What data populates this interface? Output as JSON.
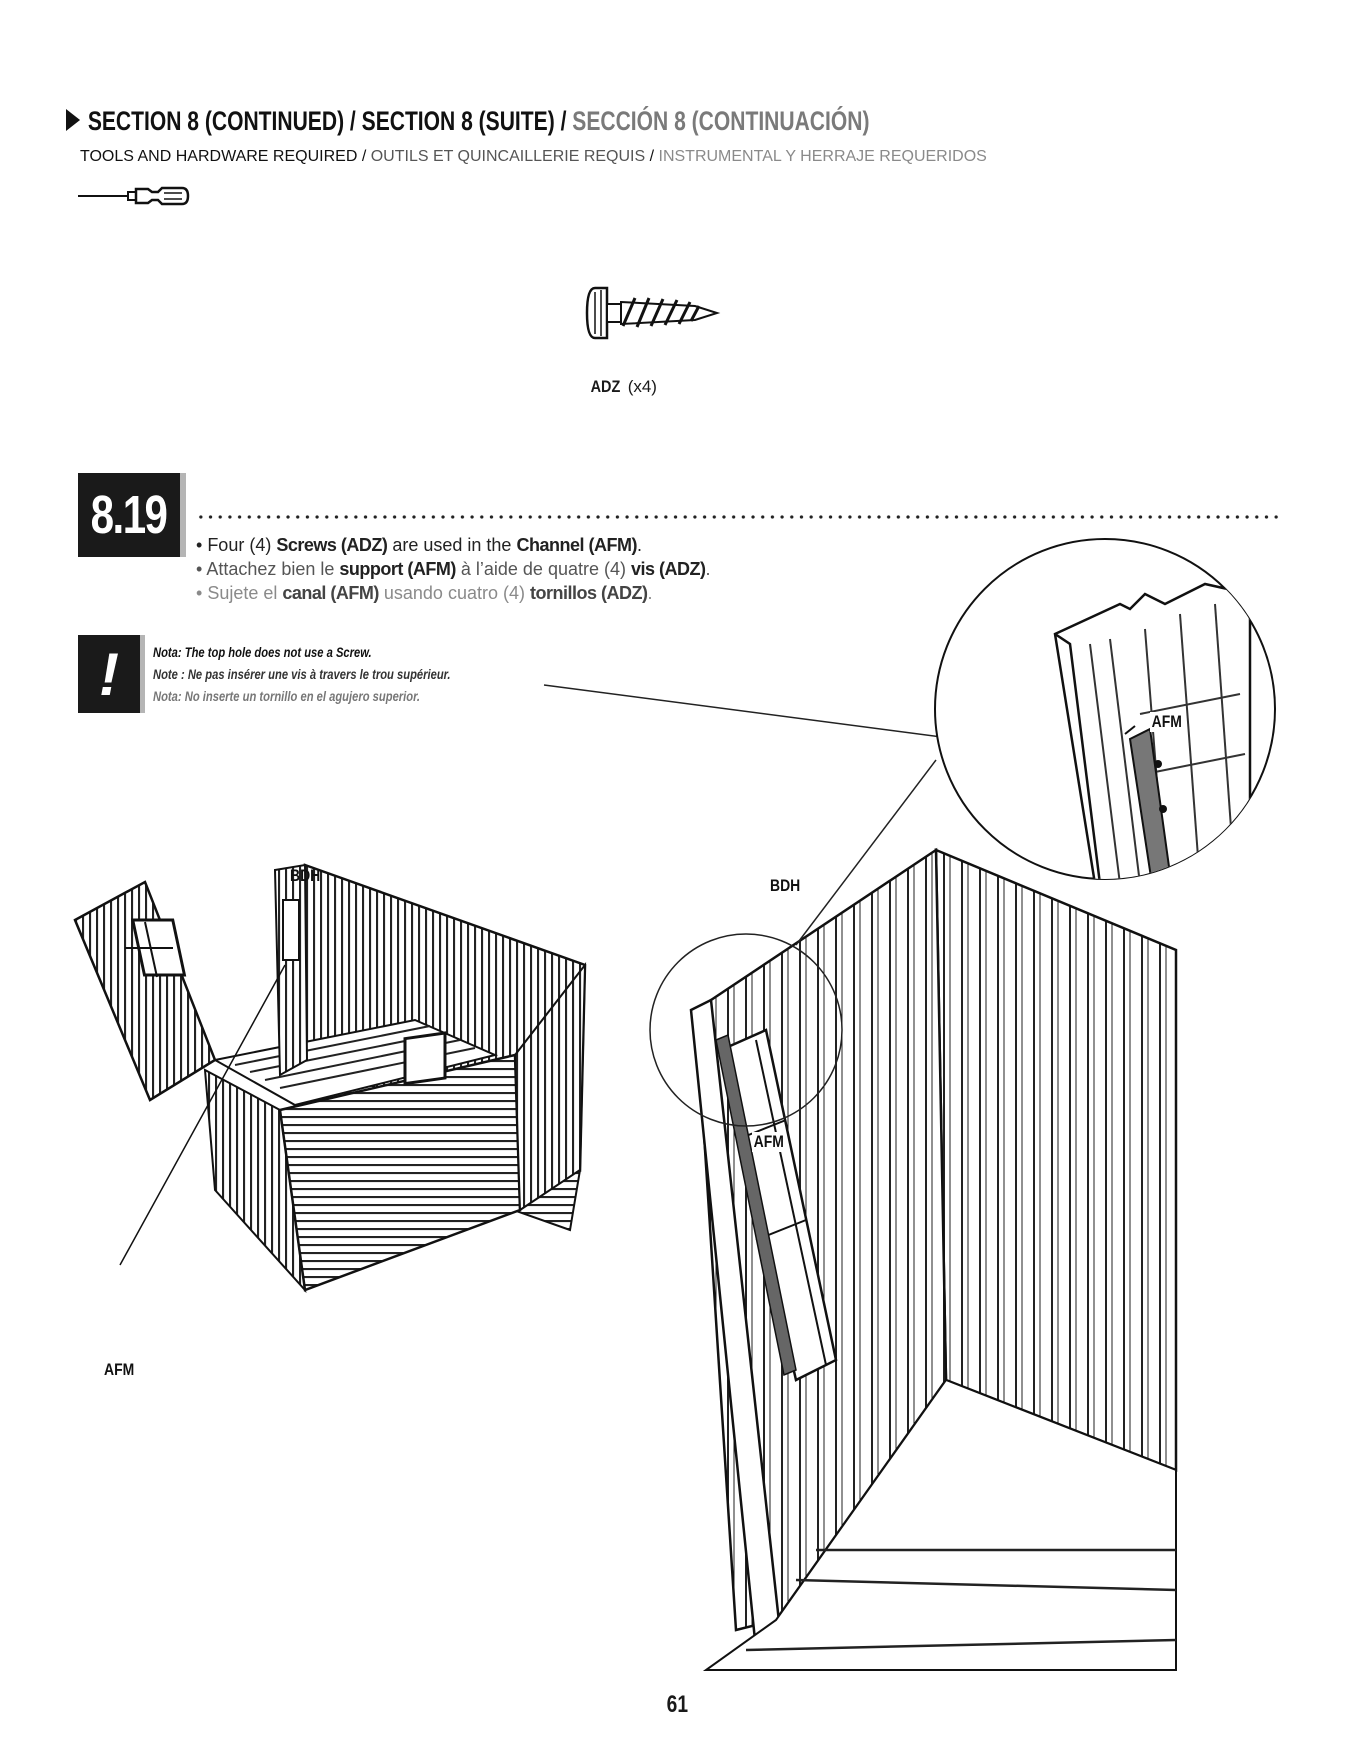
{
  "header": {
    "title_en": "SECTION 8 (CONTINUED)",
    "title_fr": "SECTION 8 (SUITE)",
    "title_es": "SECCIÓN 8 (CONTINUACIÓN)",
    "separator": " / ",
    "tools_en": "TOOLS AND HARDWARE REQUIRED",
    "tools_fr": "OUTILS ET QUINCAILLERIE REQUIS",
    "tools_es": "INSTRUMENTAL Y HERRAJE REQUERIDOS"
  },
  "icons": {
    "screwdriver": "screwdriver-icon",
    "screw": "screw-icon",
    "warning": "exclamation-icon"
  },
  "hardware": {
    "code": "ADZ",
    "qty": "(x4)"
  },
  "step": {
    "number": "8.19",
    "bullet_en": [
      "Four (4) ",
      "Screws (ADZ)",
      " are used in the ",
      "Channel (AFM)",
      "."
    ],
    "bullet_fr": [
      "Attachez bien le ",
      "support (AFM)",
      " à l’aide de quatre (4) ",
      "vis (ADZ)",
      "."
    ],
    "bullet_es": [
      "Sujete el ",
      "canal (AFM)",
      " usando cuatro (4) ",
      "tornillos (ADZ)",
      "."
    ]
  },
  "note": {
    "mark": "!",
    "en": "Nota: The top hole does not use a Screw.",
    "fr": "Note : Ne pas insérer une vis à travers le trou supérieur.",
    "es": "Nota: No inserte un tornillo en el agujero superior."
  },
  "callouts": {
    "bdh_left": "BDH",
    "afm_left": "AFM",
    "bdh_right": "BDH",
    "afm_right": "AFM",
    "afm_zoom": "AFM"
  },
  "page": {
    "number": "61"
  }
}
